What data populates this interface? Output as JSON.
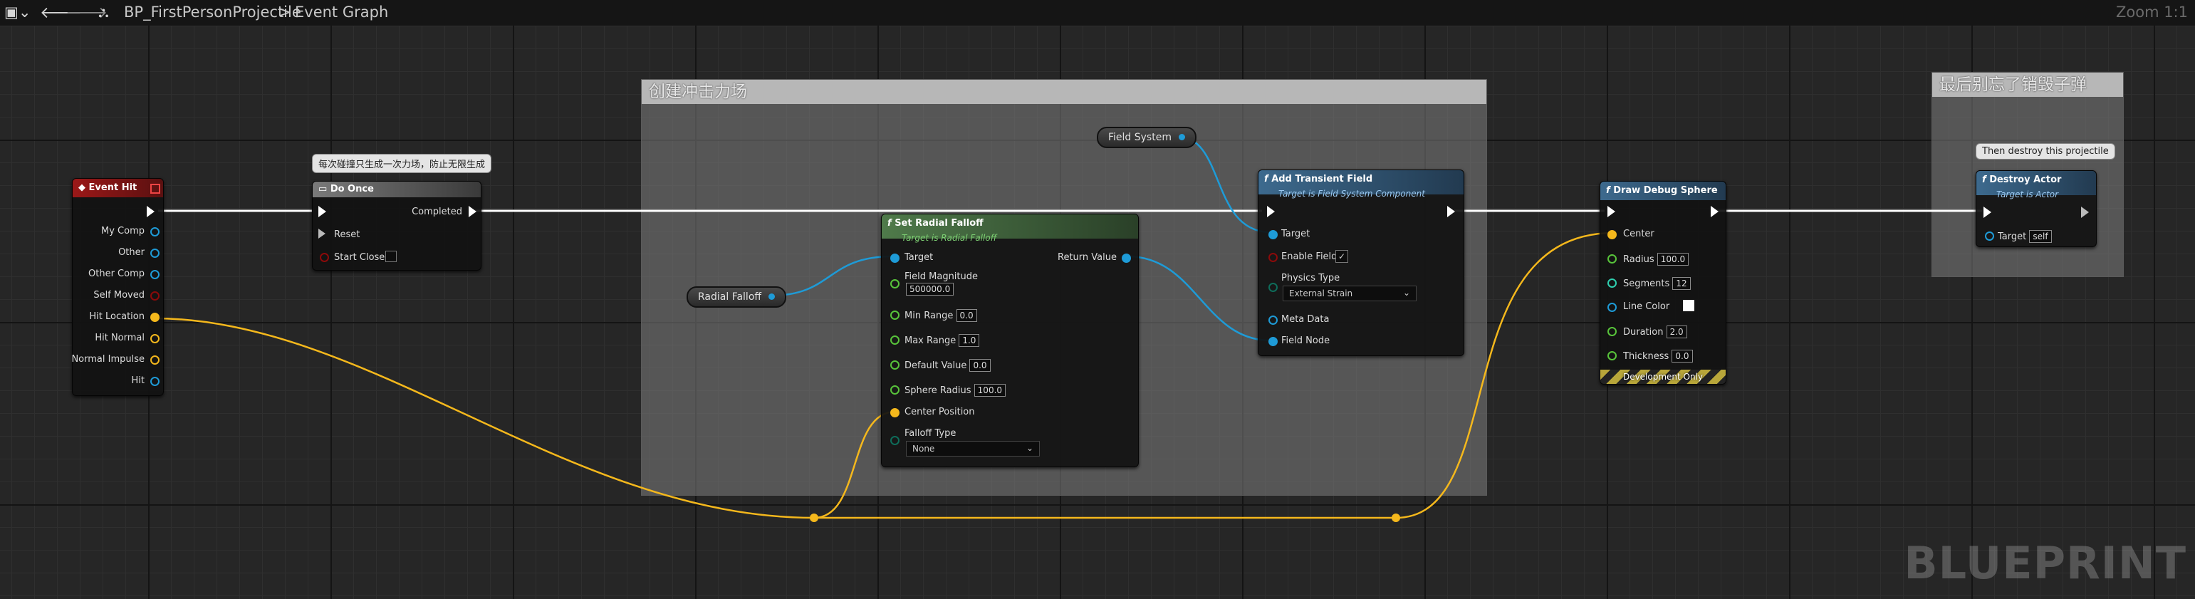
{
  "toolbar": {
    "breadcrumb_blueprint": "BP_FirstPersonProjectile",
    "breadcrumb_separator": ">",
    "breadcrumb_graph": "Event Graph",
    "zoom": "Zoom 1:1"
  },
  "watermark": "BLUEPRINT",
  "comments": {
    "impact": "创建冲击力场",
    "destroy": "最后别忘了销毁子弹"
  },
  "bubbles": {
    "do_once": "每次碰撞只生成一次力场，防止无限生成",
    "destroy": "Then destroy this projectile"
  },
  "event_hit": {
    "title": "Event Hit",
    "pins": [
      "My Comp",
      "Other",
      "Other Comp",
      "Self Moved",
      "Hit Location",
      "Hit Normal",
      "Normal Impulse",
      "Hit"
    ]
  },
  "do_once": {
    "title": "Do Once",
    "completed": "Completed",
    "reset": "Reset",
    "start_closed": "Start Closed"
  },
  "radial_falloff_var": "Radial Falloff",
  "field_system_var": "Field System",
  "set_radial_falloff": {
    "title": "Set Radial Falloff",
    "subtitle": "Target is Radial Falloff",
    "target": "Target",
    "return_value": "Return Value",
    "field_magnitude": "Field Magnitude",
    "field_magnitude_value": "500000.0",
    "min_range": "Min Range",
    "min_range_value": "0.0",
    "max_range": "Max Range",
    "max_range_value": "1.0",
    "default_value": "Default Value",
    "default_value_value": "0.0",
    "sphere_radius": "Sphere Radius",
    "sphere_radius_value": "100.0",
    "center_position": "Center Position",
    "falloff_type": "Falloff Type",
    "falloff_type_value": "None"
  },
  "add_transient_field": {
    "title": "Add Transient Field",
    "subtitle": "Target is Field System Component",
    "target": "Target",
    "enable_field": "Enable Field",
    "physics_type": "Physics Type",
    "physics_type_value": "External Strain",
    "meta_data": "Meta Data",
    "field_node": "Field Node"
  },
  "draw_debug_sphere": {
    "title": "Draw Debug Sphere",
    "center": "Center",
    "radius": "Radius",
    "radius_value": "100.0",
    "segments": "Segments",
    "segments_value": "12",
    "line_color": "Line Color",
    "duration": "Duration",
    "duration_value": "2.0",
    "thickness": "Thickness",
    "thickness_value": "0.0",
    "footer": "Development Only"
  },
  "destroy_actor": {
    "title": "Destroy Actor",
    "subtitle": "Target is Actor",
    "target": "Target",
    "target_value": "self"
  },
  "colors": {
    "exec": "#ffffff",
    "object_pin": "#1e9bd7",
    "vector_pin": "#f5b81c",
    "float_pin": "#58c43b",
    "bool_pin": "#8b0a0a",
    "event_header": "#9b1818",
    "function_header_blue": "#3d6a8e",
    "function_header_green": "#4f7a4a"
  }
}
